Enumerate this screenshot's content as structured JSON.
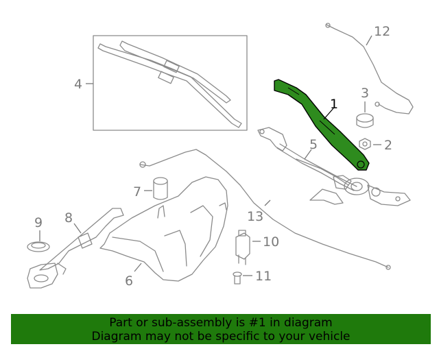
{
  "callouts": {
    "c1": "1",
    "c2": "2",
    "c3": "3",
    "c4": "4",
    "c5": "5",
    "c6": "6",
    "c7": "7",
    "c8": "8",
    "c9": "9",
    "c10": "10",
    "c11": "11",
    "c12": "12",
    "c13": "13"
  },
  "banner": {
    "line1": "Part or sub-assembly is #1 in diagram",
    "line2": "Diagram may not be specific to your vehicle"
  },
  "colors": {
    "highlight": "#2e8b1e",
    "banner_bg": "#1f7a0c",
    "line": "#8a8a8a"
  }
}
